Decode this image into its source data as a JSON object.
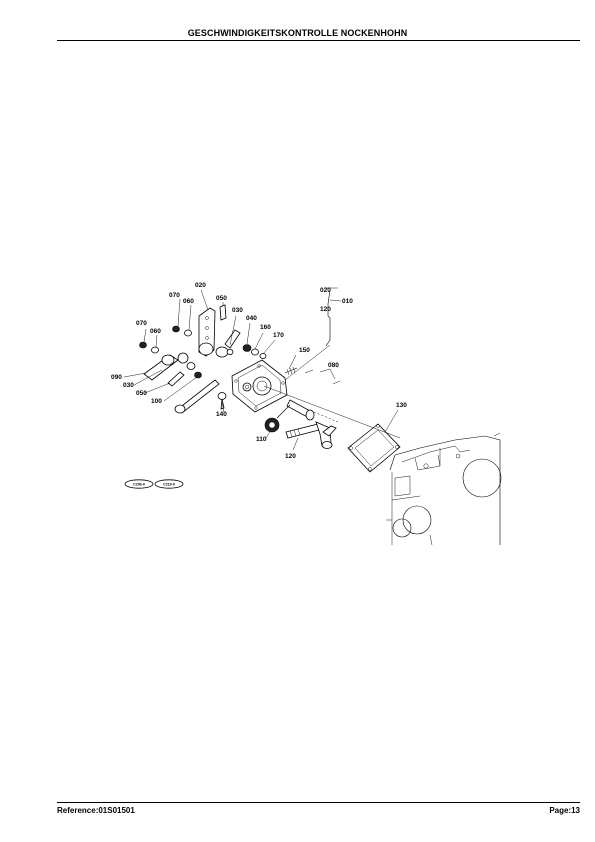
{
  "header": {
    "title": "GESCHWINDIGKEITSKONTROLLE NOCKENHOHN"
  },
  "footer": {
    "reference": "Reference:01S01501",
    "page": "Page:13"
  },
  "diagram": {
    "part_labels": {
      "p010": "010",
      "p020_top": "020",
      "p020_small": "020",
      "p120_small": "120",
      "p030_a": "030",
      "p030_b": "030",
      "p040": "040",
      "p050_a": "050",
      "p050_b": "050",
      "p060_a": "060",
      "p060_b": "060",
      "p070_a": "070",
      "p070_b": "070",
      "p080": "080",
      "p090": "090",
      "p100": "100",
      "p110": "110",
      "p120": "120",
      "p130": "130",
      "p140": "140",
      "p150": "150",
      "p160": "160",
      "p170": "170"
    },
    "badges": {
      "left": "C206-0",
      "right": "C219-0"
    }
  }
}
